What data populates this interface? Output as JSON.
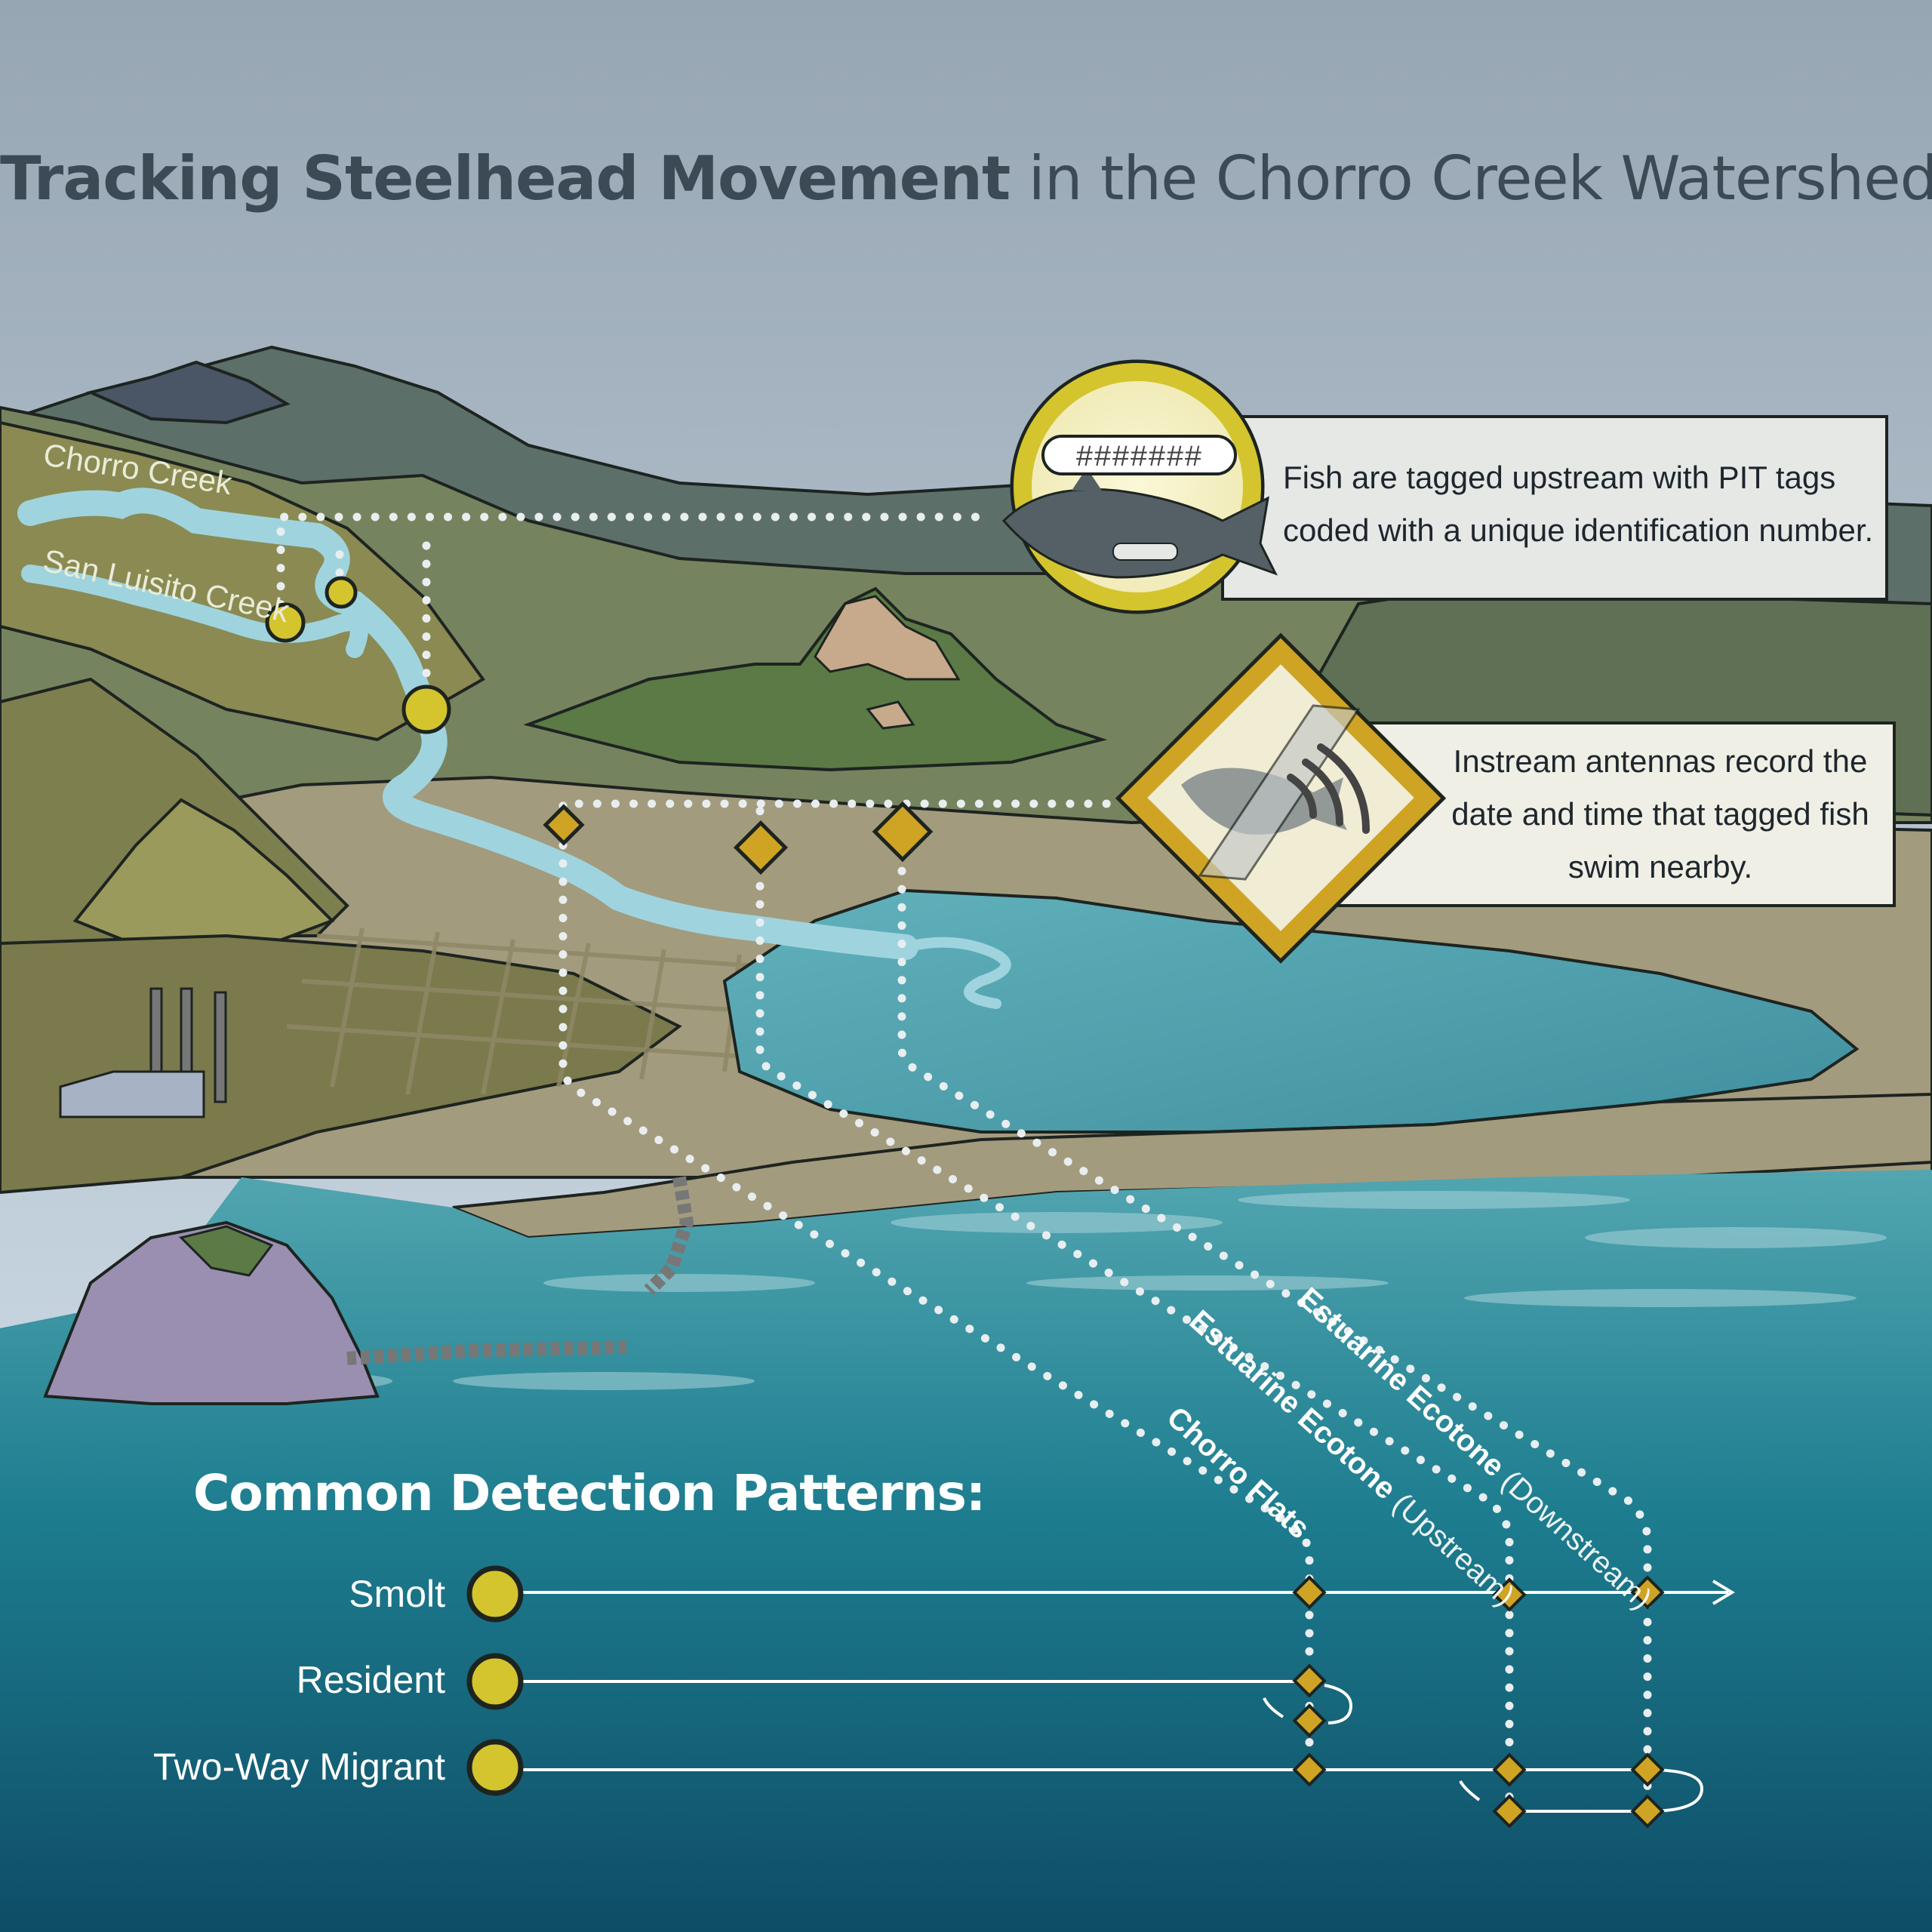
{
  "title": {
    "bold": "Tracking Steelhead Movement",
    "rest": "in the Chorro Creek Watershed"
  },
  "map_labels": {
    "chorro_creek": "Chorro Creek",
    "san_luisito_creek": "San Luisito Creek"
  },
  "callouts": {
    "pit_tag": "Fish are tagged upstream with PIT tags coded with a unique identification number.",
    "antenna": "Instream antennas record the date and time that tagged fish swim nearby.",
    "tag_code": "#######"
  },
  "sites": [
    {
      "name": "Chorro Flats",
      "qualifier": ""
    },
    {
      "name": "Estuarine Ecotone",
      "qualifier": "(Upstream)"
    },
    {
      "name": "Estuarine Ecotone",
      "qualifier": "(Downstream)"
    }
  ],
  "patterns": {
    "heading": "Common Detection Patterns:",
    "rows": [
      {
        "label": "Smolt"
      },
      {
        "label": "Resident"
      },
      {
        "label": "Two-Way Migrant"
      }
    ]
  },
  "colors": {
    "sky_top": "#97a6b3",
    "sky_bottom": "#dbe8f2",
    "ocean_light": "#4aa2ad",
    "ocean_deep": "#0e4d66",
    "creek": "#9fd4df",
    "marker_yellow": "#d4c42e",
    "diamond_gold": "#cfa424",
    "text_dark": "#3c4a55"
  }
}
